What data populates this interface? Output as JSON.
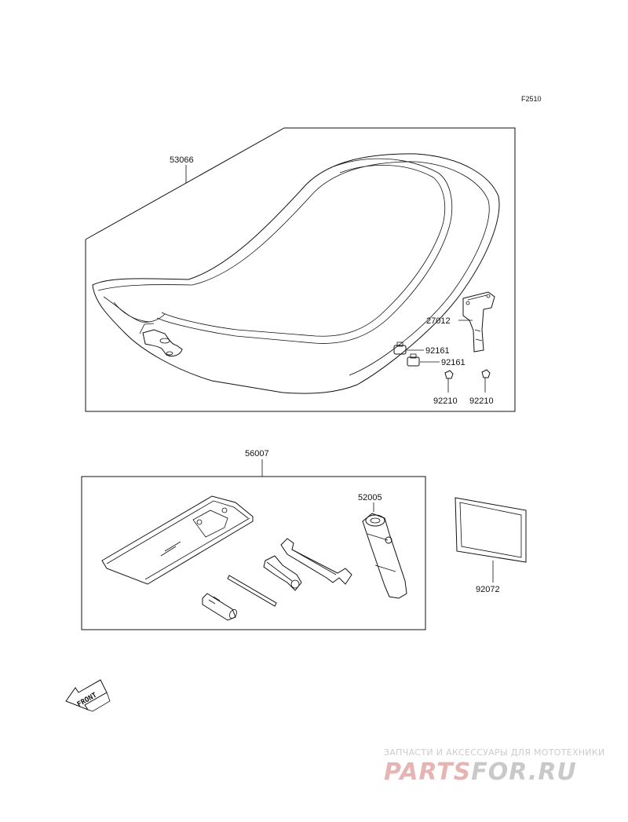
{
  "figure_ref": "F2510",
  "parts": {
    "seat": "53066",
    "bracket": "27012",
    "damper_1": "92161",
    "damper_2": "92161",
    "nut_1": "92210",
    "nut_2": "92210",
    "tool_kit": "56007",
    "plug_wrench": "52005",
    "plate": "92072"
  },
  "front_label": "FRONT",
  "watermark": {
    "tagline": "ЗАПЧАСТИ И АКСЕССУАРЫ ДЛЯ МОТОТЕХНИКИ",
    "logo_main": "PARTS",
    "logo_second": "FOR.RU",
    "colors": {
      "main": "#e6b1b1",
      "second": "#c7c7c7"
    }
  }
}
